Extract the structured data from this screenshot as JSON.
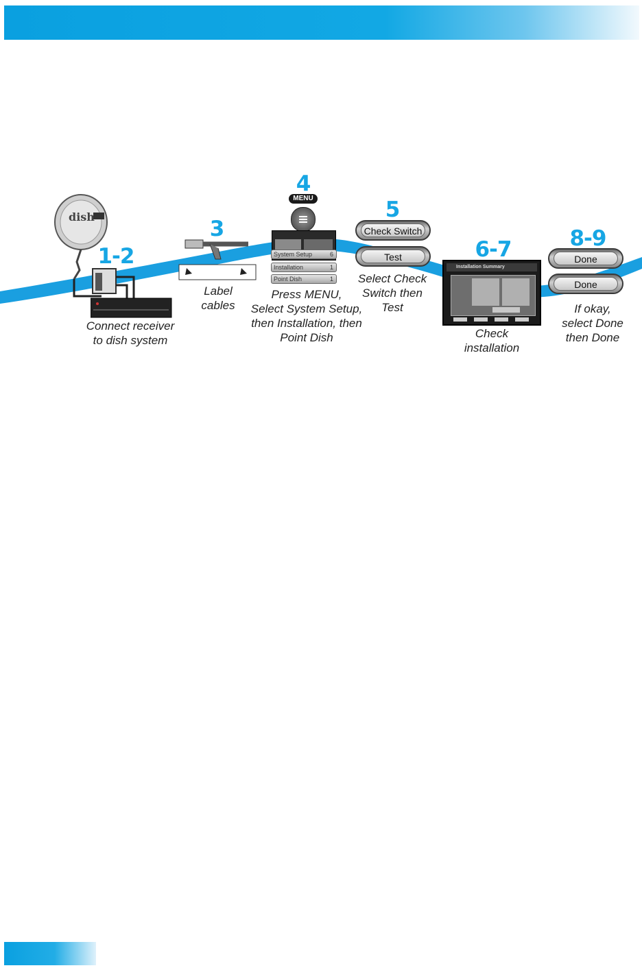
{
  "steps": {
    "s12": {
      "num": "1-2",
      "caption": [
        "Connect receiver",
        "to dish system"
      ]
    },
    "s3": {
      "num": "3",
      "caption": [
        "Label",
        "cables"
      ]
    },
    "s4": {
      "num": "4",
      "menu_button": "MENU",
      "caption": [
        "Press MENU,",
        "Select System Setup,",
        "then Installation, then",
        "Point Dish"
      ],
      "menu_items": [
        {
          "label": "System Setup",
          "num": "6"
        },
        {
          "label": "Installation",
          "num": "1"
        },
        {
          "label": "Point Dish",
          "num": "1"
        }
      ]
    },
    "s5": {
      "num": "5",
      "buttons": [
        "Check Switch",
        "Test"
      ],
      "caption": [
        "Select Check",
        "Switch then",
        "Test"
      ]
    },
    "s67": {
      "num": "6-7",
      "screen_title": "Installation Summary",
      "caption": [
        "Check",
        "installation"
      ]
    },
    "s89": {
      "num": "8-9",
      "buttons": [
        "Done",
        "Done"
      ],
      "caption": [
        "If okay,",
        "select Done",
        "then Done"
      ]
    }
  },
  "colors": {
    "accent": "#17a6e4",
    "wave": "#1a9fe0"
  },
  "icons": [
    "dish-antenna-icon",
    "switch-icon",
    "receiver-icon",
    "cable-icon",
    "label-icon",
    "menu-icon",
    "tv-screen-icon"
  ]
}
